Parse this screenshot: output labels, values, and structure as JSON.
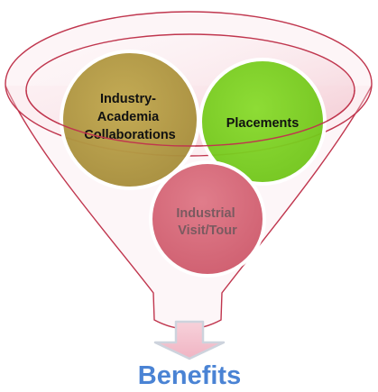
{
  "funnel": {
    "inputs": [
      {
        "lines": [
          "Industry-",
          "Academia",
          "Collaborations"
        ],
        "color": "#b49a45",
        "text_color": "#111111"
      },
      {
        "lines": [
          "Placements"
        ],
        "color": "#7ed321",
        "text_color": "#111111"
      },
      {
        "lines": [
          "Industrial",
          "Visit/Tour"
        ],
        "color": "#d9707f",
        "text_color": "#7a5a60"
      }
    ],
    "output": {
      "label": "Benefits",
      "color": "#4a83d4"
    },
    "colors": {
      "funnel_outline": "#c0364e",
      "funnel_rim_fill": "#f3c6cf",
      "arrow_fill": "#f4c4cf",
      "arrow_stroke": "#cdd3dd"
    }
  }
}
